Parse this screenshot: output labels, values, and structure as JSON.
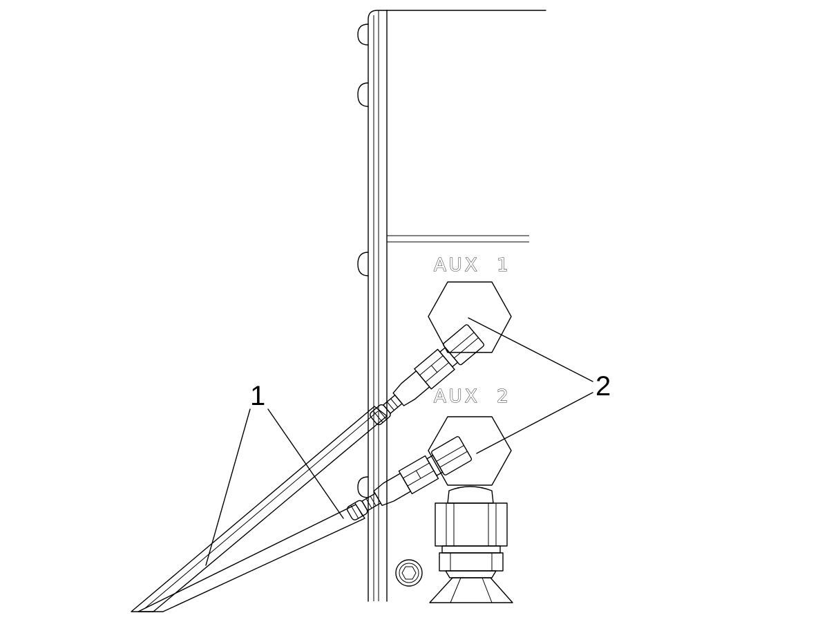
{
  "ports": {
    "aux1_label": "AUX  1",
    "aux2_label": "AUX  2"
  },
  "callouts": {
    "hoses": "1",
    "connectors": "2"
  },
  "colors": {
    "hose_fill": "#cdcdcd",
    "connector_fill": "#8e8e8e",
    "aux1_ring": "#e0202a",
    "aux2_ring": "#22c33a",
    "panel_stroke": "#000000"
  },
  "icons": [
    "hex-socket-screw-icon",
    "hex-port-nut-icon"
  ]
}
